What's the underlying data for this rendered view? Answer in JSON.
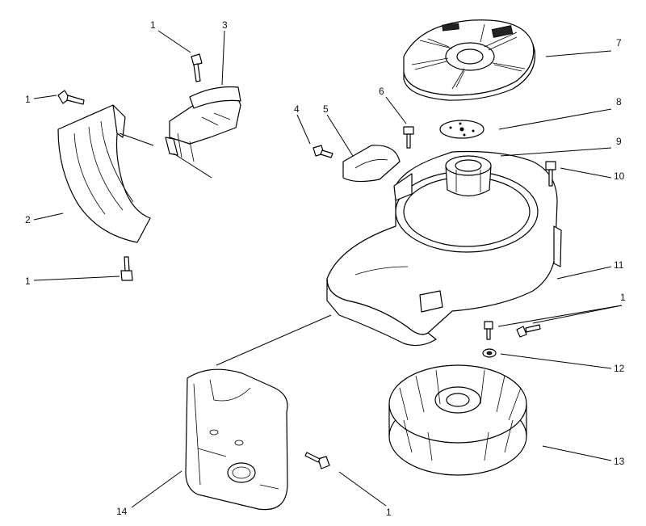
{
  "callouts": [
    {
      "id": "c1a",
      "label": "1"
    },
    {
      "id": "c1b",
      "label": "1"
    },
    {
      "id": "c1c",
      "label": "1"
    },
    {
      "id": "c1d",
      "label": "1"
    },
    {
      "id": "c1e",
      "label": "1"
    },
    {
      "id": "c2",
      "label": "2"
    },
    {
      "id": "c3",
      "label": "3"
    },
    {
      "id": "c4",
      "label": "4"
    },
    {
      "id": "c5",
      "label": "5"
    },
    {
      "id": "c6",
      "label": "6"
    },
    {
      "id": "c7",
      "label": "7"
    },
    {
      "id": "c8",
      "label": "8"
    },
    {
      "id": "c9",
      "label": "9"
    },
    {
      "id": "c10",
      "label": "10"
    },
    {
      "id": "c11",
      "label": "11"
    },
    {
      "id": "c12",
      "label": "12"
    },
    {
      "id": "c13",
      "label": "13"
    },
    {
      "id": "c14",
      "label": "14"
    }
  ]
}
